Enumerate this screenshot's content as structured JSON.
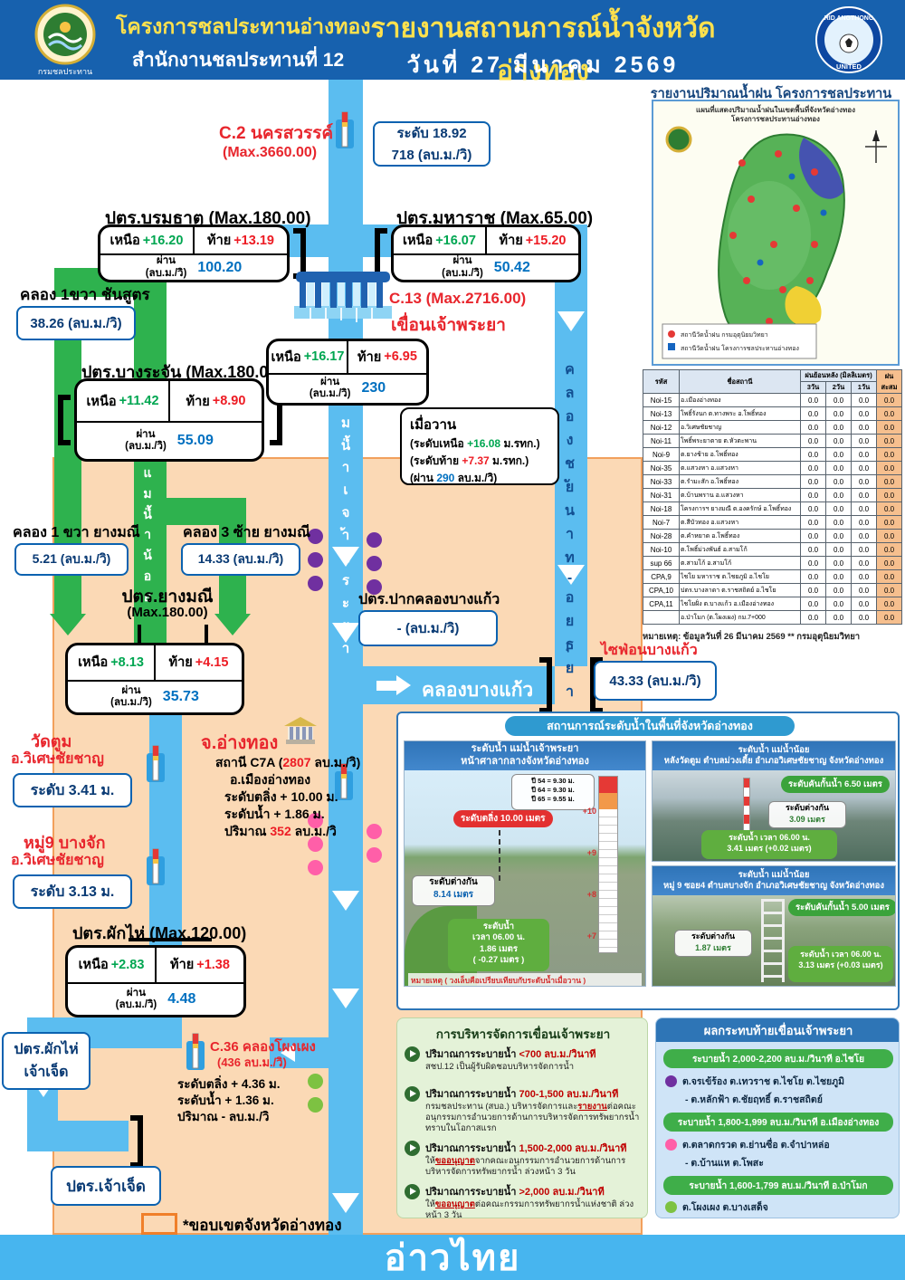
{
  "header": {
    "org_line1": "โครงการชลประทานอ่างทอง",
    "org_line2": "สำนักงานชลประทานที่ 12",
    "dept_name": "กรมชลประทาน",
    "title": "รายงานสถานการณ์น้ำจังหวัดอ่างทอง",
    "date": "วันที่  27  มีนาคม  2569",
    "right_logo_top": "RID ANGTHONG",
    "right_logo_bottom": "UNITED"
  },
  "labels": {
    "up": "เหนือ",
    "down": "ท้าย",
    "flow1": "ผ่าน",
    "flow2": "(ลบ.ม./วิ)"
  },
  "gates": {
    "boromathat": {
      "title": "ปตร.บรมธาตุ (Max.180.00)",
      "up": "+16.20",
      "down": "+13.19",
      "flow": "100.20"
    },
    "maharat": {
      "title": "ปตร.มหาราช (Max.65.00)",
      "up": "+16.07",
      "down": "+15.20",
      "flow": "50.42"
    },
    "bangrachan": {
      "title": "ปตร.บางระจัน (Max.180.00)",
      "up": "+11.42",
      "down": "+8.90",
      "flow": "55.09"
    },
    "chaophraya_dam": {
      "code": "C.13 (Max.2716.00)",
      "name": "เขื่อนเจ้าพระยา",
      "up": "+16.17",
      "down": "+6.95",
      "flow": "230"
    },
    "yesterday": {
      "title": "เมื่อวาน",
      "l1_pre": "(ระดับเหนือ ",
      "l1_val": "+16.08",
      "l1_post": " ม.รทก.)",
      "l2_pre": "(ระดับท้าย ",
      "l2_val": "+7.37",
      "l2_post": " ม.รทก.)",
      "l3_pre": "(ผ่าน ",
      "l3_val": "290",
      "l3_post": " ลบ.ม./วิ)"
    },
    "yangmanee": {
      "title1": "ปตร.ยางมณี",
      "title2": "(Max.180.00)",
      "up": "+8.13",
      "down": "+4.15",
      "flow": "35.73"
    },
    "phakhai": {
      "title": "ปตร.ผักไห่ (Max.120.00)",
      "up": "+2.83",
      "down": "+1.38",
      "flow": "4.48"
    }
  },
  "stations": {
    "c2": {
      "name": "C.2 นครสวรรค์",
      "max": "(Max.3660.00)",
      "level": "ระดับ 18.92",
      "flow": "718 (ลบ.ม./วิ)"
    },
    "chansut": {
      "name": "คลอง 1ขวา ชันสูตร",
      "flow": "38.26 (ลบ.ม./วิ)"
    },
    "k1r_yangmanee": {
      "name": "คลอง 1 ขวา ยางมณี",
      "flow": "5.21 (ลบ.ม./วิ)"
    },
    "k3l_yangmanee": {
      "name": "คลอง 3 ซ้าย ยางมณี",
      "flow": "14.33 (ลบ.ม./วิ)"
    },
    "pak_bangkaew": {
      "name": "ปตร.ปากคลองบางแก้ว",
      "flow": "-  (ลบ.ม./วิ)"
    },
    "bangkaew_canal": {
      "name": "คลองบางแก้ว"
    },
    "siphon_bangkaew": {
      "name": "ไซฟ่อนบางแก้ว",
      "flow": "43.33 (ลบ.ม./วิ)"
    },
    "wattum": {
      "name1": "วัดตูม",
      "name2": "อ.วิเศษชัยชาญ",
      "level": "ระดับ 3.41 ม."
    },
    "moo9": {
      "name1": "หมู่9 บางจัก",
      "name2": "อ.วิเศษชัยชาญ",
      "level": "ระดับ 3.13 ม."
    },
    "angthong_city": {
      "name": "จ.อ่างทอง",
      "l1_pre": "สถานี C7A (",
      "l1_val": "2807",
      "l1_post": " ลบ.ม./วิ)",
      "l2": "อ.เมืองอ่างทอง",
      "l3": "ระดับตลิ่ง + 10.00 ม.",
      "l4": "ระดับน้ำ + 1.86 ม.",
      "l5_pre": "ปริมาณ ",
      "l5_val": "352",
      "l5_post": " ลบ.ม./วิ"
    },
    "c36": {
      "name": "C.36 คลองโผงเผง",
      "max": "(436 ลบ.ม./วิ)",
      "l1": "ระดับตลิ่ง + 4.36 ม.",
      "l2": "ระดับน้ำ + 1.36 ม.",
      "l3": "ปริมาณ  - ลบ.ม./วิ"
    },
    "phakhai_chaojed": {
      "name1": "ปตร.ผักไห่",
      "name2": "เจ้าเจ็ด"
    },
    "chaojed": {
      "name": "ปตร.เจ้าเจ็ด"
    }
  },
  "rivers": {
    "chaophraya": "แม่น้ำเจ้าพระยา",
    "chainat_ayutthaya": "คลองชัยนาท-อยุธยา",
    "noi": "แม่น้ำน้อย",
    "gulf": "อ่าวไทย"
  },
  "legend": {
    "boundary": "*ขอบเขตจังหวัดอ่างทอง"
  },
  "rain": {
    "title": "รายงานปริมาณน้ำฝน โครงการชลประทานอ่างทอง",
    "map_title1": "แผนที่แสดงปริมาณน้ำฝนในเขตพื้นที่จังหวัดอ่างทอง",
    "map_title2": "โครงการชลประทานอ่างทอง",
    "map_legend1": "สถานีวัดน้ำฝน กรมอุตุนิยมวิทยา",
    "map_legend2": "สถานีวัดน้ำฝน โครงการชลประทานอ่างทอง",
    "headers": {
      "code": "รหัส",
      "station": "ชื่อสถานี",
      "group": "ฝนย้อนหลัง (มิลลิเมตร)",
      "d3": "3วัน",
      "d2": "2วัน",
      "d1": "1วัน",
      "cum": "ฝนสะสม"
    },
    "rows": [
      [
        "Noi-15",
        "อ.เมืองอ่างทอง",
        "0.0",
        "0.0",
        "0.0",
        "0.0"
      ],
      [
        "Noi-13",
        "โพธิ์รังนก ต.ทางพระ อ.โพธิ์ทอง",
        "0.0",
        "0.0",
        "0.0",
        "0.0"
      ],
      [
        "Noi-12",
        "อ.วิเศษชัยชาญ",
        "0.0",
        "0.0",
        "0.0",
        "0.0"
      ],
      [
        "Noi-11",
        "โพธิ์พระยาตาย ต.หัวตะพาน",
        "0.0",
        "0.0",
        "0.0",
        "0.0"
      ],
      [
        "Noi-9",
        "ต.ยางช้าย อ.โพธิ์ทอง",
        "0.0",
        "0.0",
        "0.0",
        "0.0"
      ],
      [
        "Noi-35",
        "ต.แสวงหา อ.แสวงหา",
        "0.0",
        "0.0",
        "0.0",
        "0.0"
      ],
      [
        "Noi-33",
        "ต.รำมะสัก อ.โพธิ์ทอง",
        "0.0",
        "0.0",
        "0.0",
        "0.0"
      ],
      [
        "Noi-31",
        "ต.บ้านพราน อ.แสวงหา",
        "0.0",
        "0.0",
        "0.0",
        "0.0"
      ],
      [
        "Noi-18",
        "โครงการฯ ยางมณี ต.องครักษ์ อ.โพธิ์ทอง",
        "0.0",
        "0.0",
        "0.0",
        "0.0"
      ],
      [
        "Noi-7",
        "ต.สีบัวทอง อ.แสวงหา",
        "0.0",
        "0.0",
        "0.0",
        "0.0"
      ],
      [
        "Noi-28",
        "ต.คำหยาด อ.โพธิ์ทอง",
        "0.0",
        "0.0",
        "0.0",
        "0.0"
      ],
      [
        "Noi-10",
        "ต.โพธิ์ม่วงพันธ์ อ.สามโก้",
        "0.0",
        "0.0",
        "0.0",
        "0.0"
      ],
      [
        "sup 66",
        "ต.สามโก้ อ.สามโก้",
        "0.0",
        "0.0",
        "0.0",
        "0.0"
      ],
      [
        "CPA,9",
        "ไชโย มหาราช ต.ไชยภูมิ อ.ไชโย",
        "0.0",
        "0.0",
        "0.0",
        "0.0"
      ],
      [
        "CPA,10",
        "ปตร.บางลาดา ต.ราชสถิตย์ อ.ไชโย",
        "0.0",
        "0.0",
        "0.0",
        "0.0"
      ],
      [
        "CPA,11",
        "ไชโยฝั่ง ต.บางแก้ว อ.เมืองอ่างทอง",
        "0.0",
        "0.0",
        "0.0",
        "0.0"
      ],
      [
        "",
        "อ.ป่าโมก (ต.โผงเผง) กม.7+000",
        "0.0",
        "0.0",
        "0.0",
        "0.0"
      ]
    ],
    "note": "หมายเหตุ:   ข้อมูลวันที่   26 มีนาคม 2569   ** กรมอุตุนิยมวิทยา"
  },
  "situation": {
    "title": "สถานการณ์ระดับน้ำในพื้นที่จังหวัดอ่างทอง",
    "left": {
      "h1": "ระดับน้ำ แม่น้ำเจ้าพระยา",
      "h2": "หน้าศาลากลางจังหวัดอ่างทอง",
      "peak1": "ปี 54 = 9.30 ม.",
      "peak2": "ปี 64 = 9.30 ม.",
      "peak3": "ปี 65 = 9.55 ม.",
      "bank": "ระดับตลิ่ง 10.00 เมตร",
      "diff1": "ระดับต่างกัน",
      "diff2": "8.14 เมตร",
      "lv1": "ระดับน้ำ",
      "lv2": "เวลา 06.00 น.",
      "lv3": "1.86 เมตร",
      "lv4": "( -0.27 เมตร )",
      "ruler": [
        "+10",
        "+9",
        "+8",
        "+7"
      ],
      "note": "หมายเหตุ ( วงเล็บคือเปรียบเทียบกับระดับน้ำเมื่อวาน )"
    },
    "right_top": {
      "h1": "ระดับน้ำ แม่น้ำน้อย",
      "h2": "หลังวัดตูม ตำบลม่วงเตี้ย อำเภอวิเศษชัยชาญ จังหวัดอ่างทอง",
      "bank": "ระดับคันกั้นน้ำ 6.50 เมตร",
      "diff1": "ระดับต่างกัน",
      "diff2": "3.09 เมตร",
      "lv1": "ระดับน้ำ  เวลา 06.00 น.",
      "lv2": "3.41 เมตร (+0.02 เมตร)"
    },
    "right_bottom": {
      "h1": "ระดับน้ำ แม่น้ำน้อย",
      "h2": "หมู่ 9 ซอย4 ตำบลบางจัก อำเภอวิเศษชัยชาญ จังหวัดอ่างทอง",
      "bank": "ระดับคันกั้นน้ำ 5.00 เมตร",
      "diff1": "ระดับต่างกัน",
      "diff2": "1.87 เมตร",
      "lv1": "ระดับน้ำ  เวลา 06.00 น.",
      "lv2": "3.13 เมตร (+0.03 เมตร)"
    }
  },
  "management": {
    "title": "การบริหารจัดการเขื่อนเจ้าพระยา",
    "items": [
      {
        "head_pre": "ปริมาณการระบายน้ำ ",
        "head_val": "<700 ลบ.ม./วินาที",
        "b_pre": "",
        "b_red": "",
        "b_post": "สชป.12 เป็นผู้รับผิดชอบบริหารจัดการน้ำ"
      },
      {
        "head_pre": "ปริมาณการระบายน้ำ ",
        "head_val": "700-1,500 ลบ.ม./วินาที",
        "b_pre": "กรมชลประทาน (สบอ.) บริหารจัดการและ",
        "b_red": "รายงาน",
        "b_post": "ต่อคณะอนุกรรมการอำนวยการด้านการบริหารจัดการทรัพยากรน้ำ ทราบในโอกาสแรก"
      },
      {
        "head_pre": "ปริมาณการระบายน้ำ ",
        "head_val": "1,500-2,000 ลบ.ม./วินาที",
        "b_pre": "ให้",
        "b_red": "ขออนุญาต",
        "b_post": "จากคณะอนุกรรมการอำนวยการด้านการบริหารจัดการทรัพยากรน้ำ ล่วงหน้า 3 วัน"
      },
      {
        "head_pre": "ปริมาณการระบายน้ำ ",
        "head_val": ">2,000 ลบ.ม./วินาที",
        "b_pre": "ให้",
        "b_red": "ขออนุญาต",
        "b_post": "ต่อคณะกรรมการทรัพยากรน้ำแห่งชาติ ล่วงหน้า 3 วัน"
      }
    ]
  },
  "impact": {
    "title": "ผลกระทบท้ายเขื่อนเจ้าพระยา",
    "bars": [
      {
        "label": "ระบายน้ำ 2,000-2,200 ลบ.ม./วินาที   อ.ไชโย",
        "line1": "ต.จรเข้ร้อง ต.เทวราช ต.ไชโย ต.ไชยภูมิ",
        "line2": "- ต.หลักฟ้า ต.ชัยฤทธิ์ ต.ราชสถิตย์"
      },
      {
        "label": "ระบายน้ำ 1,800-1,999 ลบ.ม./วินาที   อ.เมืองอ่างทอง",
        "line1": "ต.ตลาดกรวด ต.ย่านซื่อ ต.จำปาหล่อ",
        "line2": "- ต.บ้านแห ต.โพสะ"
      },
      {
        "label": "ระบายน้ำ 1,600-1,799 ลบ.ม./วินาที   อ.ป่าโมก",
        "line1": "ต.โผงเผง ต.บางเสด็จ",
        "line2": ""
      }
    ]
  },
  "colors": {
    "header_blue": "#1761ae",
    "river_blue": "#5bbdf0",
    "canal_green": "#2eb24e",
    "province_fill": "#fbd9b5",
    "alert_purple": "#7030a0",
    "alert_pink": "#ff5fa8",
    "alert_green": "#7dc242"
  }
}
